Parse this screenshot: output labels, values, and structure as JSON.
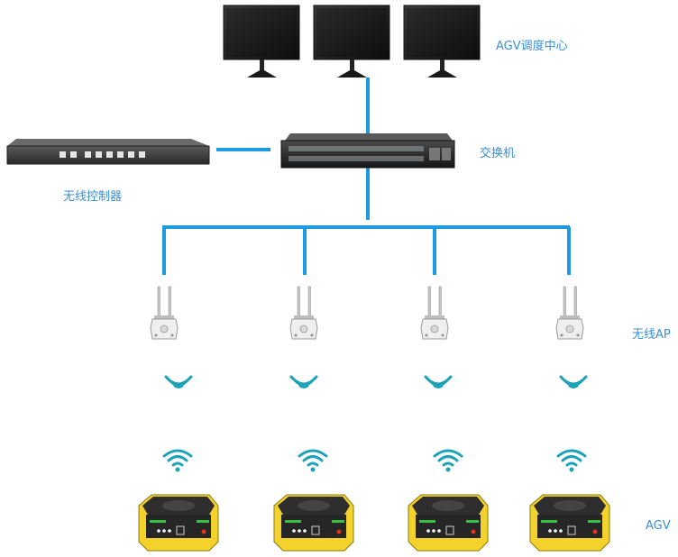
{
  "labels": {
    "dispatch_center": "AGV调度中心",
    "switch": "交换机",
    "wireless_controller": "无线控制器",
    "wireless_ap": "无线AP",
    "agv": "AGV"
  },
  "icons": {
    "monitor": "monitor-icon",
    "switch": "network-switch-icon",
    "controller": "wireless-controller-icon",
    "ap": "access-point-icon",
    "signal_down": "signal-down-icon",
    "wifi": "wifi-icon",
    "agv": "agv-robot-icon"
  },
  "colors": {
    "line": "#1e9be0",
    "label": "#3a8fd6",
    "agv_yellow": "#f2d22b",
    "agv_body": "#2b2b2b"
  }
}
